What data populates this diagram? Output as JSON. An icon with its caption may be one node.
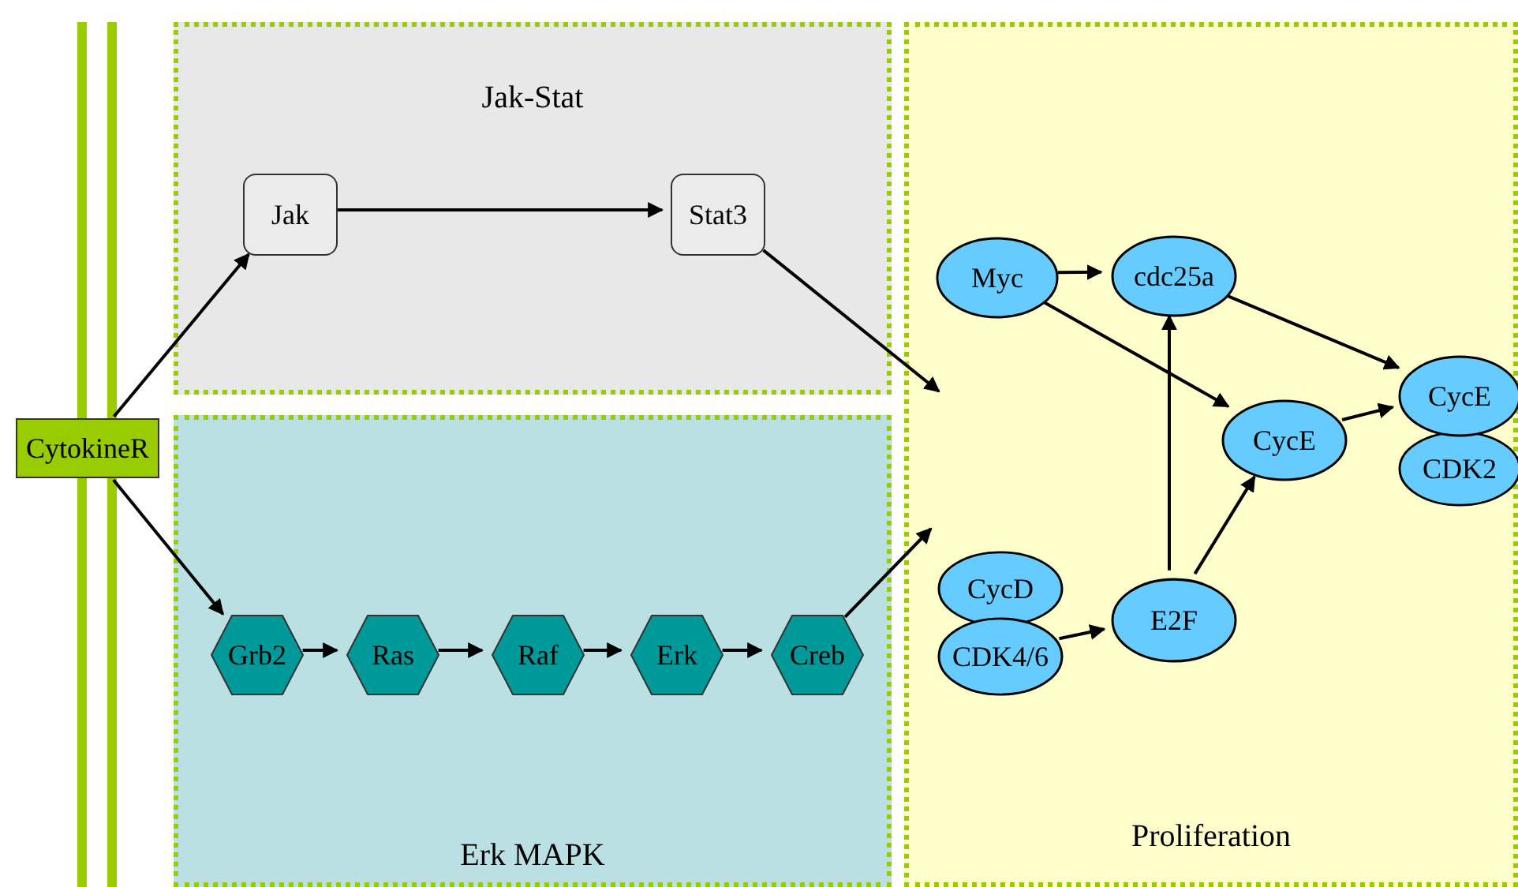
{
  "diagram": {
    "nodes": [
      {
        "text": [
          "Jak-Stat"
        ]
      },
      {
        "text": [
          "Jak"
        ],
        "in": 0
      },
      {
        "text": [
          "Stat3"
        ],
        "in": 0
      },
      {
        "text": [
          "Erk MAPK"
        ]
      },
      {
        "text": [
          "Grb2"
        ],
        "in": 3
      },
      {
        "text": [
          "Ras"
        ],
        "in": 3
      },
      {
        "text": [
          "Raf"
        ],
        "in": 3
      },
      {
        "text": [
          "Erk"
        ],
        "in": 3
      },
      {
        "text": [
          "Creb"
        ],
        "in": 3
      },
      {
        "text": [
          "Proliferation"
        ]
      },
      {
        "text": [
          "Myc"
        ],
        "in": 9
      },
      {
        "text": [
          "cdc25a"
        ],
        "in": 9
      },
      {
        "text": [
          "CycE"
        ],
        "in": 9
      },
      {
        "text": [
          "CycE"
        ],
        "in": 9
      },
      {
        "text": [
          "CDK2"
        ],
        "in": 9
      },
      {
        "text": [
          "CycD"
        ],
        "in": 9
      },
      {
        "text": [
          "CDK4/6"
        ],
        "in": 9
      },
      {
        "text": [
          "E2F"
        ],
        "in": 9
      },
      {
        "text": [
          "CytokineR"
        ]
      }
    ],
    "edges": [
      {
        "from": 18,
        "to": 1,
        "arrow": "to"
      },
      {
        "from": 18,
        "to": 4,
        "arrow": "to"
      },
      {
        "from": 1,
        "to": 2,
        "arrow": "to"
      },
      {
        "from": 4,
        "to": 5,
        "arrow": "to"
      },
      {
        "from": 5,
        "to": 6,
        "arrow": "to"
      },
      {
        "from": 6,
        "to": 7,
        "arrow": "to"
      },
      {
        "from": 7,
        "to": 8,
        "arrow": "to"
      },
      {
        "from": 2,
        "to": 9,
        "arrow": "to"
      },
      {
        "from": 8,
        "to": 9,
        "arrow": "to"
      },
      {
        "from": 10,
        "to": 11,
        "arrow": "to"
      },
      {
        "from": 10,
        "to": 12,
        "arrow": "to"
      },
      {
        "from": 11,
        "to": 13,
        "arrow": "to"
      },
      {
        "from": 12,
        "to": 13,
        "arrow": "to"
      },
      {
        "from": 16,
        "to": 17,
        "arrow": "to"
      },
      {
        "from": 17,
        "to": 11,
        "arrow": "to"
      },
      {
        "from": 17,
        "to": 12,
        "arrow": "to"
      }
    ]
  }
}
